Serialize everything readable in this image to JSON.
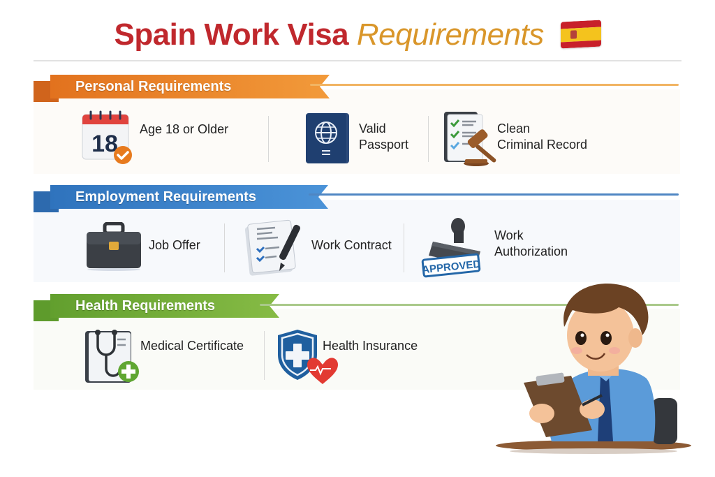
{
  "header": {
    "title_part1": "Spain Work Visa",
    "title_part2": "Requirements",
    "flag_icon": "spain-flag-icon"
  },
  "colors": {
    "title_red": "#c0282d",
    "title_gold": "#d9962a",
    "personal_orange": "#e2721e",
    "employment_blue": "#2f73bd",
    "health_green": "#629f2e"
  },
  "sections": {
    "personal": {
      "title": "Personal Requirements",
      "items": [
        {
          "icon": "calendar-check-icon",
          "label_line1": "Age 18 or Older",
          "label_line2": "",
          "calendar_day": "18"
        },
        {
          "icon": "passport-icon",
          "label_line1": "Valid",
          "label_line2": "Passport"
        },
        {
          "icon": "checklist-gavel-icon",
          "label_line1": "Clean",
          "label_line2": "Criminal Record"
        }
      ]
    },
    "employment": {
      "title": "Employment Requirements",
      "items": [
        {
          "icon": "briefcase-icon",
          "label_line1": "Job Offer",
          "label_line2": ""
        },
        {
          "icon": "contract-pen-icon",
          "label_line1": "Work Contract",
          "label_line2": ""
        },
        {
          "icon": "approved-stamp-icon",
          "label_line1": "Work",
          "label_line2": "Authorization",
          "stamp_text": "APPROVED"
        }
      ]
    },
    "health": {
      "title": "Health Requirements",
      "items": [
        {
          "icon": "medical-certificate-icon",
          "label_line1": "Medical Certificate",
          "label_line2": ""
        },
        {
          "icon": "health-insurance-shield-icon",
          "label_line1": "Health Insurance",
          "label_line2": ""
        }
      ]
    }
  },
  "illustration": {
    "icon": "person-with-clipboard-illustration"
  }
}
